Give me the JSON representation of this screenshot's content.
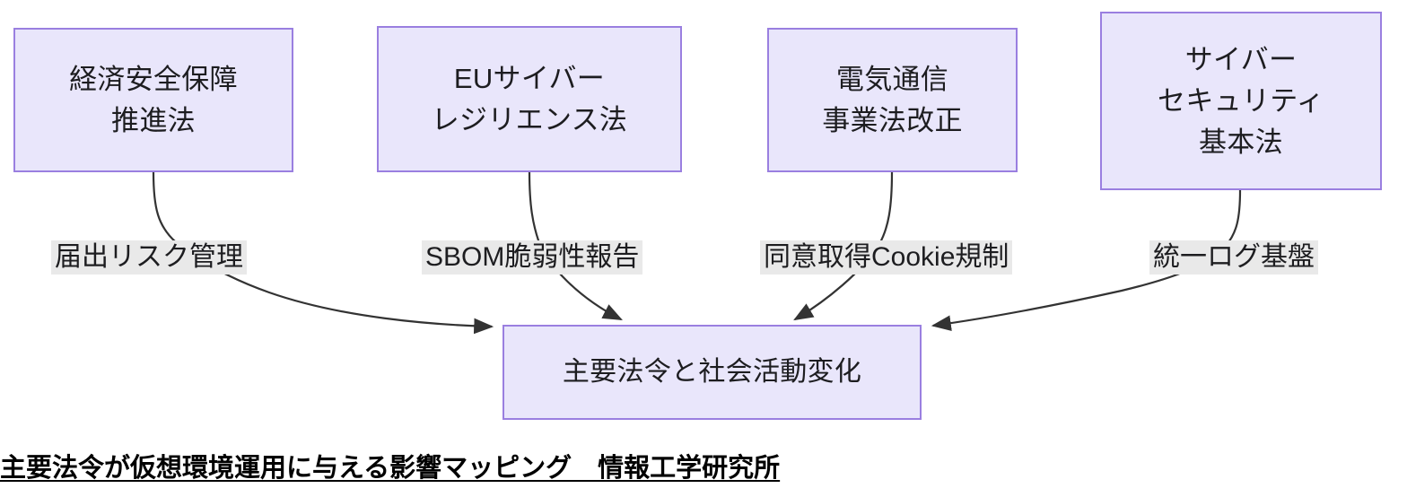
{
  "diagram": {
    "type": "flow-mapping",
    "nodes": [
      {
        "id": "keizai",
        "label": "経済安全保障\n推進法"
      },
      {
        "id": "eu_cra",
        "label": "EUサイバー\nレジリエンス法"
      },
      {
        "id": "denki",
        "label": "電気通信\n事業法改正"
      },
      {
        "id": "cyber",
        "label": "サイバー\nセキュリティ\n基本法"
      },
      {
        "id": "center",
        "label": "主要法令と社会活動変化"
      }
    ],
    "edges": [
      {
        "from": "keizai",
        "to": "center",
        "label": "届出リスク管理"
      },
      {
        "from": "eu_cra",
        "to": "center",
        "label": "SBOM脆弱性報告"
      },
      {
        "from": "denki",
        "to": "center",
        "label": "同意取得Cookie規制"
      },
      {
        "from": "cyber",
        "to": "center",
        "label": "統一ログ基盤"
      }
    ],
    "colors": {
      "node_fill": "#e9e6fb",
      "node_border": "#9a7fe0",
      "edge_stroke": "#333333",
      "edge_label_bg": "#e9e9e9",
      "text": "#1d1d20",
      "caption_text": "#000000"
    }
  },
  "caption": {
    "text": "主要法令が仮想環境運用に与える影響マッピング　情報工学研究所"
  }
}
